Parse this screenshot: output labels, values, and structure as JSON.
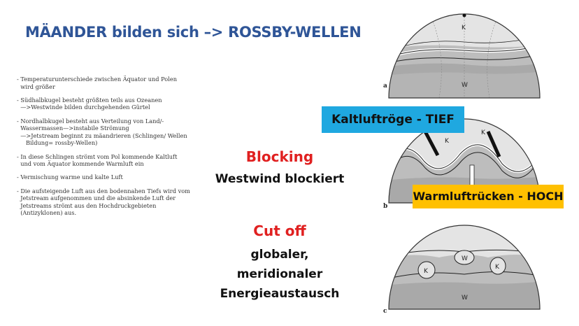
{
  "title": "MÄANDER bilden sich –> ROSSBY-WELLEN",
  "bullets": [
    "- Temperaturunterschiede zwischen Äquator und Polen\n  wird größer",
    "- Südhalbkugel besteht größten teils aus Ozeanen\n  —>Westwinde bilden durchgehenden Gürtel",
    "- Nordhalbkugel besteht aus Verteilung von Land/-\n  Wassermassen—>instabile Strömung\n  —>Jetstream beginnt zu mäandrieren (Schlingen/ Wellen\n     Bildung= rossby-Wellen)",
    "- In diese Schlingen strömt vom Pol kommende Kaltluft\n  und vom Äquator kommende Warmluft ein",
    "- Vermischung warme und kalte Luft",
    "- Die aufsteigende Luft aus den bodennahen Tiefs wird vom\n  Jetstream aufgenommen und die absinkende Luft der\n  Jetstreams strömt aus den Hochdruckgebieten\n  (Antizyklonen) aus."
  ],
  "blocking": {
    "heading": "Blocking",
    "subtitle": "Westwind blockiert"
  },
  "cutoff": {
    "heading": "Cut off",
    "lines": [
      "globaler,",
      "meridionaler",
      "Energieaustausch"
    ]
  },
  "labels": {
    "tief": "Kaltluftröge - TIEF",
    "hoch": "Warmluftrücken - HOCH"
  },
  "diagram": {
    "panel_a": "a",
    "panel_b": "b",
    "panel_c": "c",
    "k": "K",
    "w": "W"
  },
  "colors": {
    "title": "#2f5597",
    "red": "#e02020",
    "tief_bg": "#1fa8e0",
    "hoch_bg": "#ffc000",
    "globe_light": "#e4e4e4",
    "globe_dark": "#a9a9a9"
  }
}
